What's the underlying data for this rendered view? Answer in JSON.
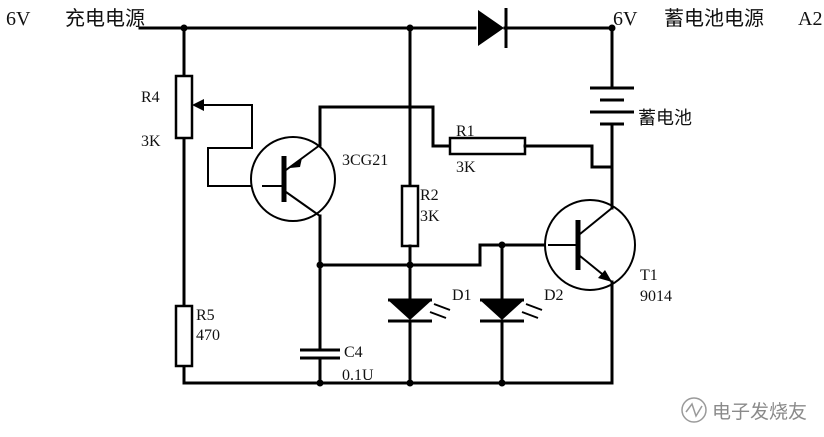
{
  "left_supply": {
    "voltage": "6V",
    "name": "充电电源"
  },
  "right_supply": {
    "voltage": "6V",
    "name": "蓄电池电源",
    "id": "A2"
  },
  "battery": {
    "label": "蓄电池"
  },
  "r4": {
    "name": "R4",
    "value": "3K"
  },
  "r5": {
    "name": "R5",
    "value": "470"
  },
  "q1": {
    "name": "3CG21"
  },
  "r1": {
    "name": "R1",
    "value": "3K"
  },
  "r2": {
    "name": "R2",
    "value": "3K"
  },
  "c4": {
    "name": "C4",
    "value": "0.1U"
  },
  "d1": {
    "name": "D1"
  },
  "d2": {
    "name": "D2"
  },
  "t1": {
    "name": "T1",
    "value": "9014"
  },
  "watermark": {
    "text": "电子发烧友"
  }
}
